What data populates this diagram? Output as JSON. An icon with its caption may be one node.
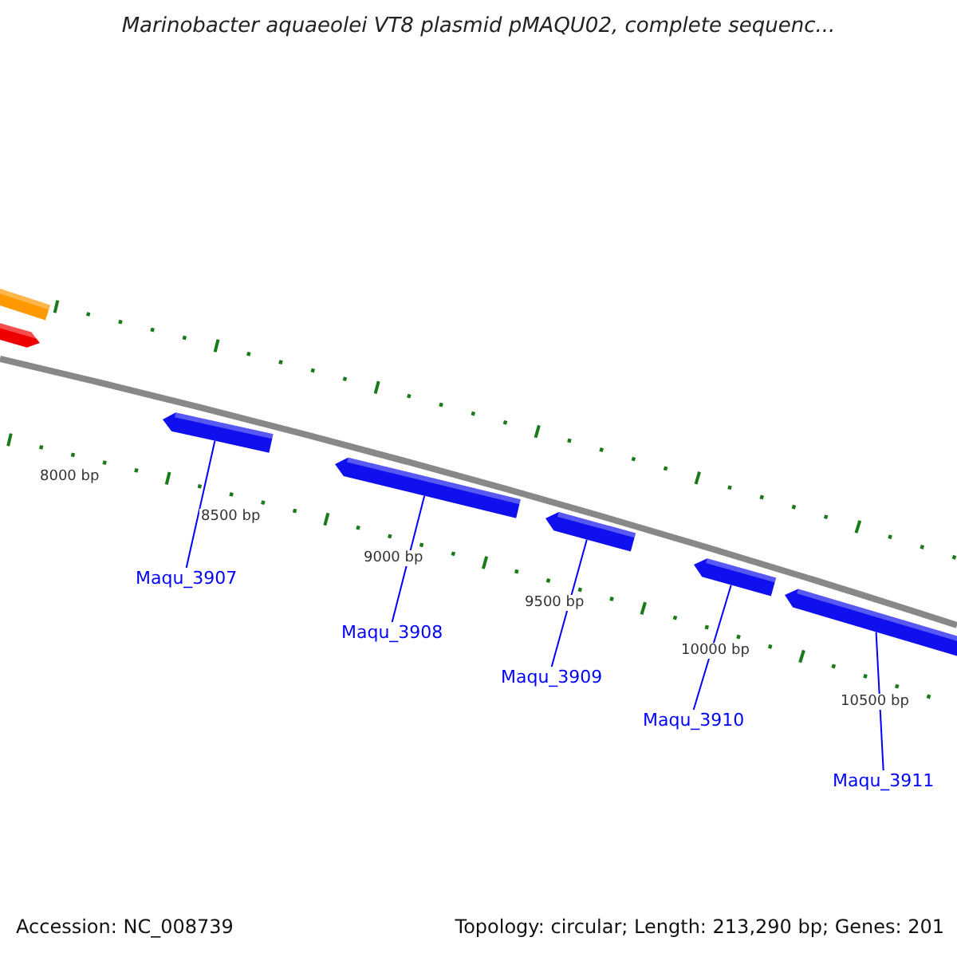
{
  "diagram": {
    "title": "Marinobacter aquaeolei VT8 plasmid pMAQU02, complete sequenc...",
    "nodes": [
      {
        "text": [],
        "shape": "bar"
      },
      {
        "text": [],
        "shape": "bar"
      },
      {
        "text": [],
        "shape": "bar"
      },
      {
        "text": [],
        "shape": "bar"
      },
      {
        "text": [],
        "shape": "bar"
      },
      {
        "text": [],
        "shape": "bar"
      },
      {
        "text": [],
        "shape": "bar"
      },
      {
        "text": [
          "Maqu_3907"
        ]
      },
      {
        "text": [
          "Maqu_3908"
        ]
      },
      {
        "text": [
          "Maqu_3909"
        ]
      },
      {
        "text": [
          "Maqu_3910"
        ]
      },
      {
        "text": [
          "Maqu_3911"
        ]
      }
    ],
    "edges": [
      {
        "from": 7,
        "to": 2,
        "arrow": "none"
      },
      {
        "from": 8,
        "to": 3,
        "arrow": "none"
      },
      {
        "from": 9,
        "to": 4,
        "arrow": "none"
      },
      {
        "from": 10,
        "to": 5,
        "arrow": "none"
      },
      {
        "from": 11,
        "to": 6,
        "arrow": "none"
      }
    ],
    "labels": [
      "8000 bp",
      "8500 bp",
      "9000 bp",
      "9500 bp",
      "10000 bp",
      "10500 bp",
      "Accession: NC_008739",
      "Topology: circular; Length: 213,290 bp; Genes: 201"
    ]
  }
}
